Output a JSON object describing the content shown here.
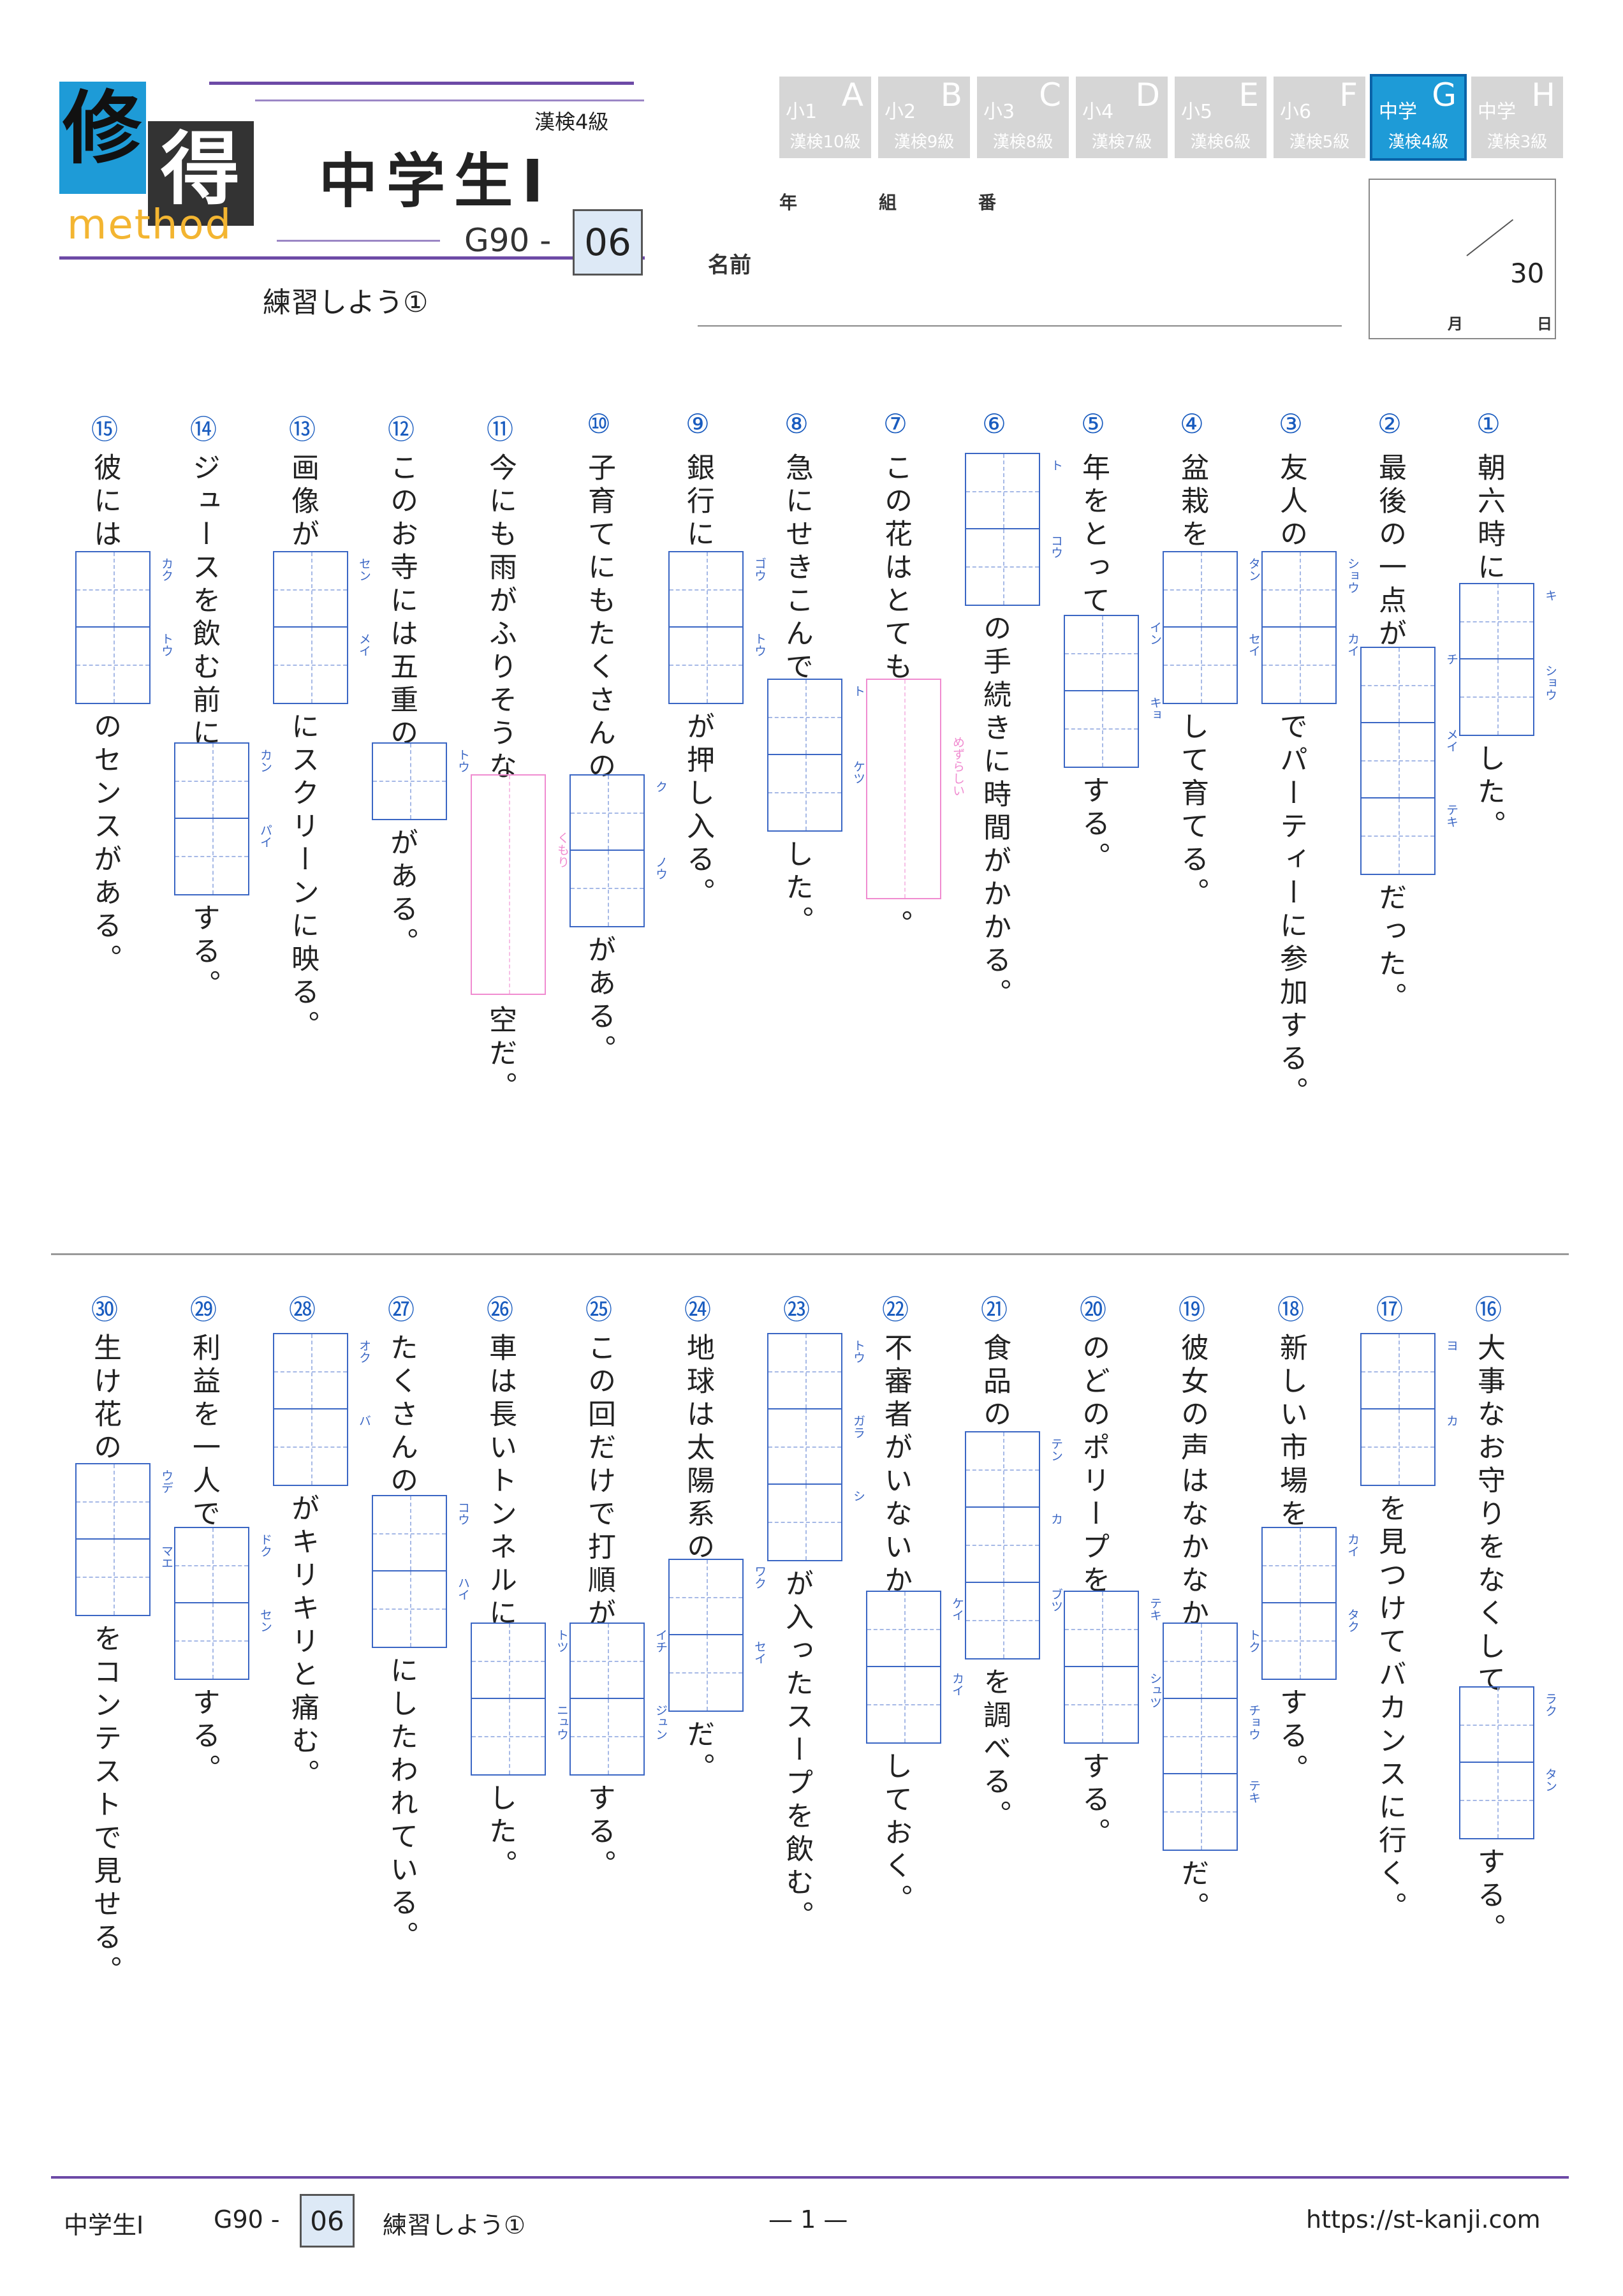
{
  "header": {
    "logo_char1": "修",
    "logo_char2": "得",
    "logo_text": "method",
    "title": "中学生Ⅰ",
    "level": "漢検4級",
    "code_prefix": "G90 -",
    "code_number": "06",
    "subtitle": "練習しよう①",
    "year_label": "年",
    "class_label": "組",
    "number_label": "番",
    "name_label": "名前",
    "score_total": "30",
    "month_label": "月",
    "day_label": "日"
  },
  "tabs": [
    {
      "grade": "小1",
      "letter": "A",
      "kanken": "漢検10級"
    },
    {
      "grade": "小2",
      "letter": "B",
      "kanken": "漢検9級"
    },
    {
      "grade": "小3",
      "letter": "C",
      "kanken": "漢検8級"
    },
    {
      "grade": "小4",
      "letter": "D",
      "kanken": "漢検7級"
    },
    {
      "grade": "小5",
      "letter": "E",
      "kanken": "漢検6級"
    },
    {
      "grade": "小6",
      "letter": "F",
      "kanken": "漢検5級"
    },
    {
      "grade": "中学",
      "letter": "G",
      "kanken": "漢検4級"
    },
    {
      "grade": "中学",
      "letter": "H",
      "kanken": "漢検3級"
    }
  ],
  "questions": [
    {
      "num": "①",
      "before": "朝六時に",
      "reading": [
        "キ",
        "ショウ"
      ],
      "after": "した。"
    },
    {
      "num": "②",
      "before": "最後の一点が",
      "reading": [
        "チ",
        "メイ",
        "テキ"
      ],
      "after": "だった。"
    },
    {
      "num": "③",
      "before": "友人の",
      "reading": [
        "ショウ",
        "カイ"
      ],
      "after": "でパーティーに参加する。"
    },
    {
      "num": "④",
      "before": "盆栽を",
      "reading": [
        "タン",
        "セイ"
      ],
      "after": "して育てる。"
    },
    {
      "num": "⑤",
      "before": "年をとって",
      "reading": [
        "イン",
        "キョ"
      ],
      "after": "する。"
    },
    {
      "num": "⑥",
      "before": "",
      "reading": [
        "ト",
        "コウ"
      ],
      "after": "の手続きに時間がかかる。"
    },
    {
      "num": "⑦",
      "before": "この花はとても",
      "reading": [
        "めずらしい"
      ],
      "after": "。"
    },
    {
      "num": "⑧",
      "before": "急にせきこんで",
      "reading": [
        "ト",
        "ケツ"
      ],
      "after": "した。"
    },
    {
      "num": "⑨",
      "before": "銀行に",
      "reading": [
        "ゴウ",
        "トウ"
      ],
      "after": "が押し入る。"
    },
    {
      "num": "⑩",
      "before": "子育てにもたくさんの",
      "reading": [
        "ク",
        "ノウ"
      ],
      "after": "がある。"
    },
    {
      "num": "⑪",
      "before": "今にも雨がふりそうな",
      "reading": [
        "くもり"
      ],
      "after": "空だ。"
    },
    {
      "num": "⑫",
      "before": "このお寺には五重の",
      "reading": [
        "トウ"
      ],
      "after": "がある。"
    },
    {
      "num": "⑬",
      "before": "画像が",
      "reading": [
        "セン",
        "メイ"
      ],
      "after": "にスクリーンに映る。"
    },
    {
      "num": "⑭",
      "before": "ジュースを飲む前に",
      "reading": [
        "カン",
        "パイ"
      ],
      "after": "する。"
    },
    {
      "num": "⑮",
      "before": "彼には",
      "reading": [
        "カク",
        "トウ"
      ],
      "after": "のセンスがある。"
    },
    {
      "num": "⑯",
      "before": "大事なお守りをなくして",
      "reading": [
        "ラク",
        "タン"
      ],
      "after": "する。"
    },
    {
      "num": "⑰",
      "before": "",
      "reading": [
        "ヨ",
        "カ"
      ],
      "after": "を見つけてバカンスに行く。"
    },
    {
      "num": "⑱",
      "before": "新しい市場を",
      "reading": [
        "カイ",
        "タク"
      ],
      "after": "する。"
    },
    {
      "num": "⑲",
      "before": "彼女の声はなかなか",
      "reading": [
        "トク",
        "チョウ",
        "テキ"
      ],
      "after": "だ。"
    },
    {
      "num": "⑳",
      "before": "のどのポリープを",
      "reading": [
        "テキ",
        "シュツ"
      ],
      "after": "する。"
    },
    {
      "num": "㉑",
      "before": "食品の",
      "reading": [
        "テン",
        "カ",
        "ブツ"
      ],
      "after": "を調べる。"
    },
    {
      "num": "㉒",
      "before": "不審者がいないか",
      "reading": [
        "ケイ",
        "カイ"
      ],
      "after": "しておく。"
    },
    {
      "num": "㉓",
      "before": "",
      "reading": [
        "トウ",
        "ガラ",
        "シ"
      ],
      "after": "が入ったスープを飲む。"
    },
    {
      "num": "㉔",
      "before": "地球は太陽系の",
      "reading": [
        "ワク",
        "セイ"
      ],
      "after": "だ。"
    },
    {
      "num": "㉕",
      "before": "この回だけで打順が",
      "reading": [
        "イチ",
        "ジュン"
      ],
      "after": "する。"
    },
    {
      "num": "㉖",
      "before": "車は長いトンネルに",
      "reading": [
        "トツ",
        "ニュウ"
      ],
      "after": "した。"
    },
    {
      "num": "㉗",
      "before": "たくさんの",
      "reading": [
        "コウ",
        "ハイ"
      ],
      "after": "にしたわれている。"
    },
    {
      "num": "㉘",
      "before": "",
      "reading": [
        "オク",
        "バ"
      ],
      "after": "がキリキリと痛む。"
    },
    {
      "num": "㉙",
      "before": "利益を一人で",
      "reading": [
        "ドク",
        "セン"
      ],
      "after": "する。"
    },
    {
      "num": "㉚",
      "before": "生け花の",
      "reading": [
        "ウデ",
        "マエ"
      ],
      "after": "をコンテストで見せる。"
    }
  ],
  "footer": {
    "title": "中学生Ⅰ",
    "code_prefix": "G90 -",
    "code_number": "06",
    "subtitle": "練習しよう①",
    "page": "— 1 —",
    "url": "https://st-kanji.com"
  }
}
